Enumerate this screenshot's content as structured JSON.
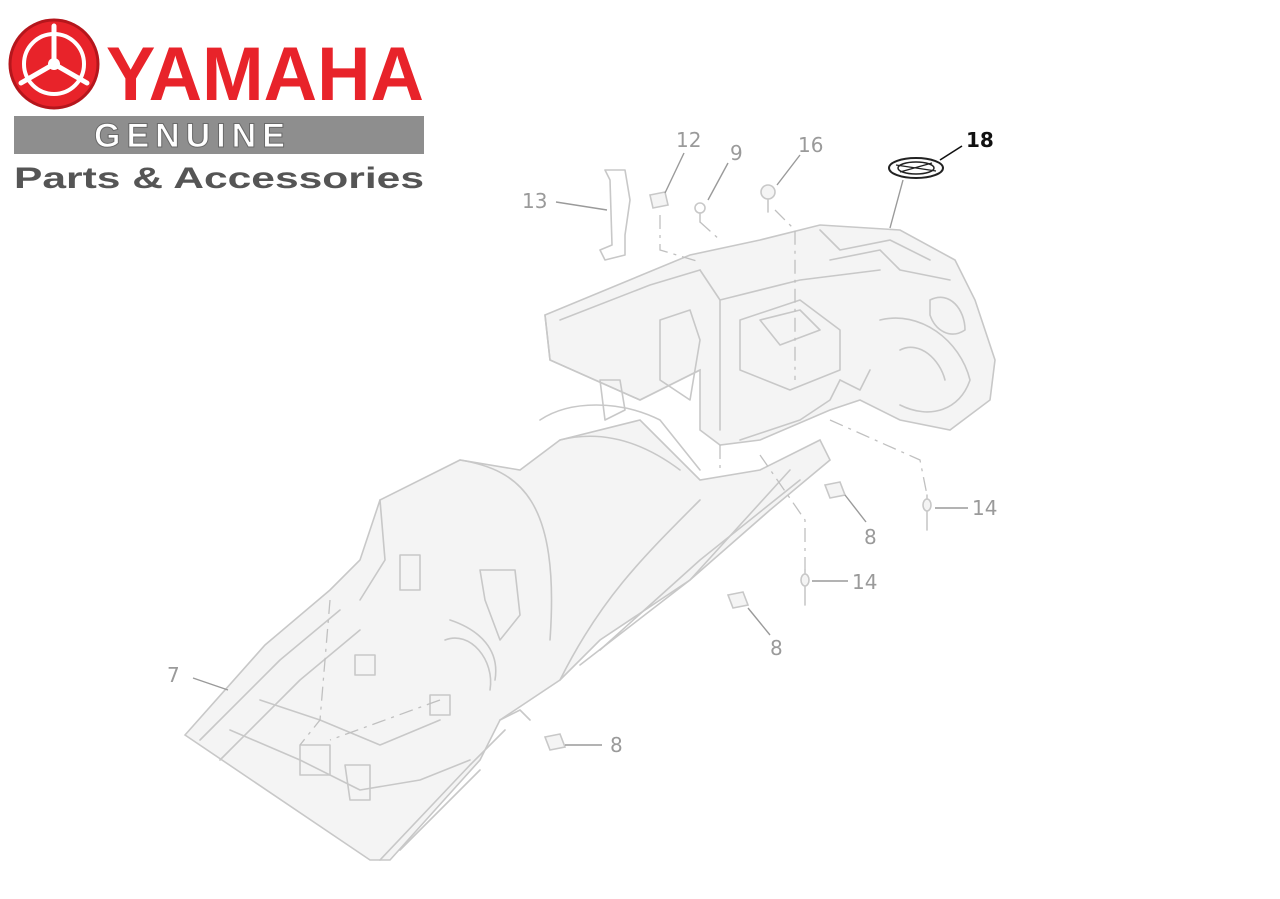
{
  "brand": {
    "name": "YAMAHA",
    "line2": "GENUINE",
    "line3": "Parts & Accessories",
    "colors": {
      "red": "#e8232a",
      "bar": "#8e8e8e",
      "text": "#555555"
    }
  },
  "callouts": [
    {
      "id": "7",
      "label": "7"
    },
    {
      "id": "8a",
      "label": "8"
    },
    {
      "id": "8b",
      "label": "8"
    },
    {
      "id": "8c",
      "label": "8"
    },
    {
      "id": "9",
      "label": "9"
    },
    {
      "id": "12",
      "label": "12"
    },
    {
      "id": "13",
      "label": "13"
    },
    {
      "id": "14a",
      "label": "14"
    },
    {
      "id": "14b",
      "label": "14"
    },
    {
      "id": "16",
      "label": "16"
    },
    {
      "id": "18",
      "label": "18",
      "highlighted": true
    }
  ]
}
